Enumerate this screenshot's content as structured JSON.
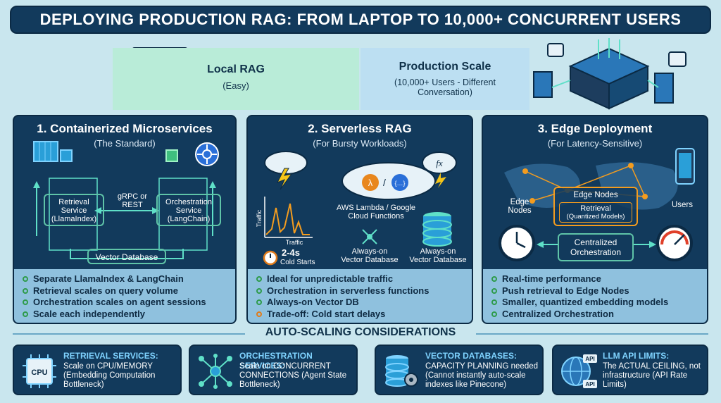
{
  "title": "DEPLOYING PRODUCTION RAG: FROM LAPTOP TO 10,000+ CONCURRENT USERS",
  "bands": {
    "local": {
      "label": "Local RAG",
      "sub": "(Easy)"
    },
    "production": {
      "label": "Production Scale",
      "sub": "(10,000+ Users - Different Conversation)"
    }
  },
  "panels": [
    {
      "title": "1. Containerized Microservices",
      "sub": "(The Standard)",
      "diagram": {
        "retrieval": "Retrieval Service (LlamaIndex)",
        "orchestration": "Orchestration Service (LangChain)",
        "link": "gRPC or REST",
        "db": "Vector Database"
      },
      "bullets": [
        {
          "text": "Separate LlamaIndex & LangChain",
          "dot": "green"
        },
        {
          "text": "Retrieval scales on query volume",
          "dot": "green"
        },
        {
          "text": "Orchestration scales on agent sessions",
          "dot": "green"
        },
        {
          "text": "Scale each independently",
          "dot": "green"
        }
      ]
    },
    {
      "title": "2. Serverless RAG",
      "sub": "(For Bursty Workloads)",
      "diagram": {
        "traffic_y": "Traffic",
        "traffic_x": "Traffic",
        "cold_value": "2-4s",
        "cold_label": "Cold Starts",
        "functions": "AWS Lambda / Google Cloud Functions",
        "always_on_1": "Always-on Vector Database",
        "always_on_2": "Always-on Vector Database"
      },
      "bullets": [
        {
          "text": "Ideal for unpredictable traffic",
          "dot": "green"
        },
        {
          "text": "Orchestration in serverless functions",
          "dot": "green"
        },
        {
          "text": "Always-on Vector DB",
          "dot": "green"
        },
        {
          "text": "Trade-off: Cold start delays",
          "dot": "orange"
        }
      ]
    },
    {
      "title": "3. Edge Deployment",
      "sub": "(For Latency-Sensitive)",
      "diagram": {
        "edge_nodes_title": "Edge Nodes",
        "retrieval": "Retrieval",
        "retrieval_sub": "(Quantized Models)",
        "edge_left": "Edge Nodes",
        "users": "Users",
        "central": "Centralized Orchestration"
      },
      "bullets": [
        {
          "text": "Real-time performance",
          "dot": "green"
        },
        {
          "text": "Push retrieval to Edge Nodes",
          "dot": "green"
        },
        {
          "text": "Smaller, quantized embedding models",
          "dot": "green"
        },
        {
          "text": "Centralized Orchestration",
          "dot": "green"
        }
      ]
    }
  ],
  "section_label": "AUTO-SCALING CONSIDERATIONS",
  "cards": [
    {
      "icon": "cpu-icon",
      "icon_text": "CPU",
      "title": "RETRIEVAL SERVICES:",
      "desc": "Scale on CPU/MEMORY (Embedding Computation Bottleneck)"
    },
    {
      "icon": "network-icon",
      "title": "ORCHESTRATION SERVICES:",
      "desc": "Scale on CONCURRENT CONNECTIONS (Agent State Bottleneck)"
    },
    {
      "icon": "database-gear-icon",
      "title": "VECTOR DATABASES:",
      "desc": "CAPACITY PLANNING needed (Cannot instantly auto-scale indexes like Pinecone)"
    },
    {
      "icon": "api-globe-icon",
      "icon_text": "API",
      "title": "LLM API LIMITS:",
      "desc": "The ACTUAL CEILING, not infrastructure (API Rate Limits)"
    }
  ],
  "colors": {
    "navy": "#123a5c",
    "mint": "#b9ecd8",
    "sky": "#bcdff2",
    "list": "#8fc1de",
    "accent": "#7fd3ff"
  }
}
